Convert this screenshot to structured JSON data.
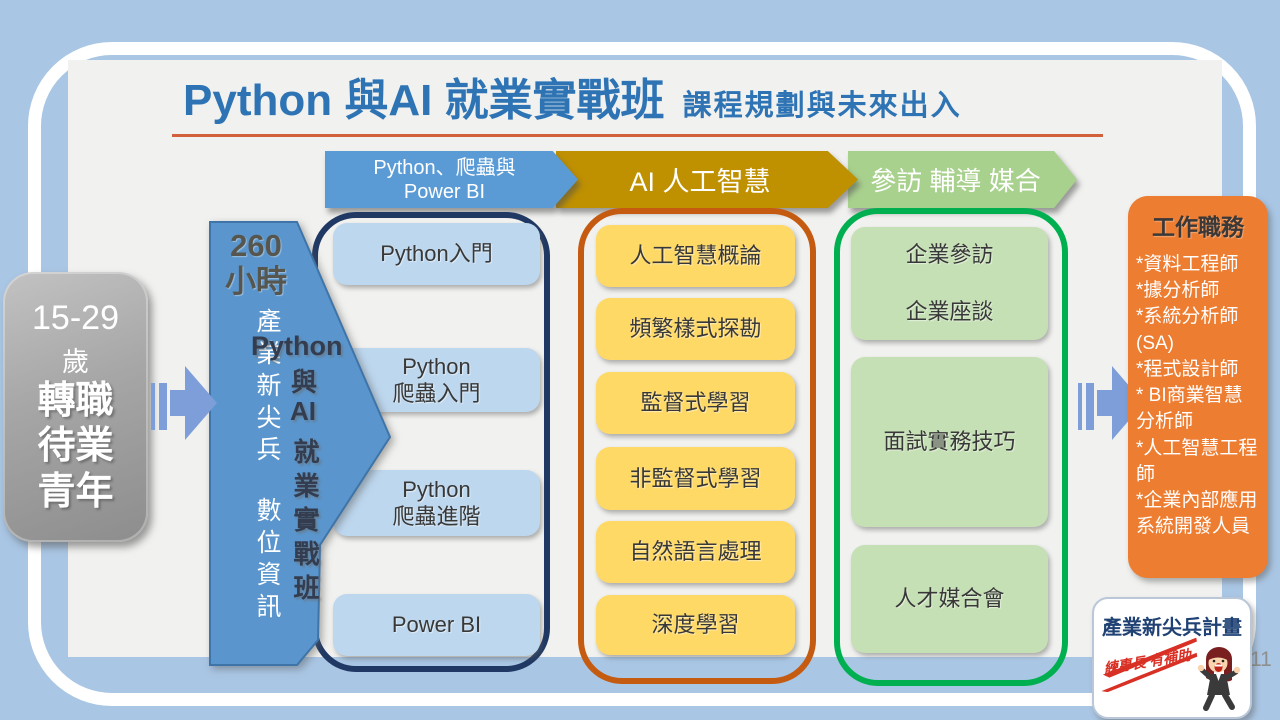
{
  "colors": {
    "background": "#A9C6E4",
    "panel": "#F1F1EF",
    "title_blue": "#2E74B5",
    "underline_orange": "#D2603A",
    "banner_python_blue": "#5B9BD5",
    "banner_ai_gold": "#BF9000",
    "banner_visit_green": "#A9D18E",
    "column_python_border": "#1F3864",
    "column_python_box": "#BDD7EE",
    "column_ai_border": "#C55A11",
    "column_ai_box": "#FFD966",
    "column_visit_border": "#00B050",
    "column_visit_box": "#C5E0B4",
    "program_banner_blue": "#5A96CD",
    "audience_gray": "#A6A6A6",
    "striped_arrow_blue": "#7D9ED8",
    "jobs_box_orange": "#ED7D31",
    "logo_title_navy": "#1F4173",
    "logo_slogan_red": "#D93025"
  },
  "title": {
    "main": "Python 與AI 就業實戰班",
    "sub": "課程規劃與未來出入"
  },
  "page_number": "11",
  "banners": [
    {
      "label": "Python、爬蟲與\nPower BI"
    },
    {
      "label": "AI 人工智慧"
    },
    {
      "label": "參訪 輔導 媒合"
    }
  ],
  "audience": {
    "age": "15-29",
    "age_unit": "歲",
    "lines": [
      "轉職",
      "待業",
      "青年"
    ]
  },
  "program_banner": {
    "hours": "260\n小時",
    "label1": "產業新尖兵",
    "label2": "數位資訊"
  },
  "program_overlay": {
    "en": "Python",
    "conj": "與",
    "ai": "AI",
    "vertical": "就業實戰班"
  },
  "columns": {
    "python": [
      "Python入門",
      "Python\n爬蟲入門",
      "Python\n爬蟲進階",
      "Power BI"
    ],
    "ai": [
      "人工智慧概論",
      "頻繁樣式探勘",
      "監督式學習",
      "非監督式學習",
      "自然語言處理",
      "深度學習"
    ],
    "visit": [
      "企業參訪\n企業座談",
      "面試實務技巧",
      "人才媒合會"
    ]
  },
  "jobs": {
    "title": "工作職務",
    "items": [
      "*資料工程師",
      "*據分析師",
      "*系統分析師 (SA)",
      "*程式設計師",
      "* BI商業智慧分析師",
      "*人工智慧工程師",
      "*企業內部應用系統開發人員"
    ]
  },
  "logo": {
    "title": "產業新尖兵計畫",
    "slogan": "練專長 有補助"
  }
}
